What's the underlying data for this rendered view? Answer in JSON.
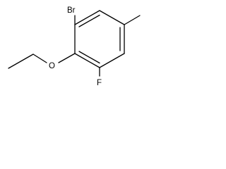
{
  "molecule": {
    "atoms": {
      "bromine": "Br",
      "oxygen": "O",
      "fluorine": "F"
    }
  },
  "colors": {
    "bond": "#000000",
    "label": "#000000",
    "background": "#ffffff"
  }
}
